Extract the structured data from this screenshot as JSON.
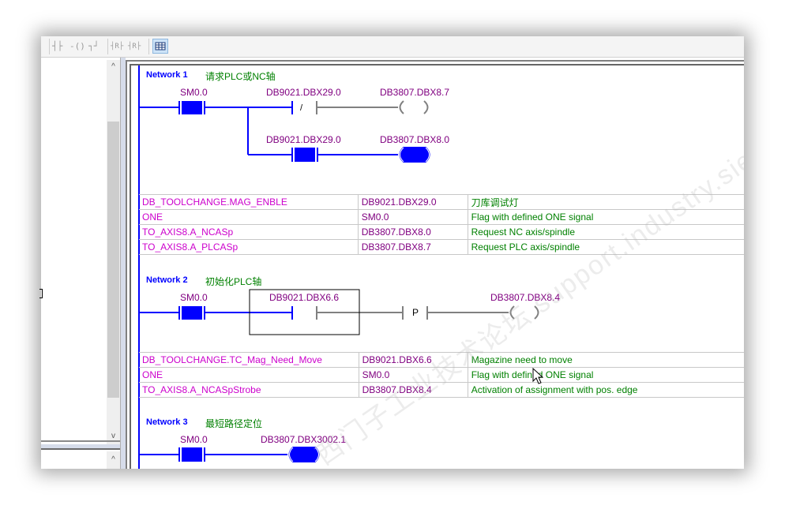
{
  "toolbar": {
    "icons": [
      "normally-open-contact-icon",
      "coil-icon",
      "box-icon",
      "insert-network-icon",
      "delete-network-icon",
      "symbol-table-toggle-icon"
    ],
    "glyphs": {
      "contact": "┤├",
      "coil": "-()",
      "box": "┐┘",
      "net_insert": "┤R├",
      "net_delete": "┤R├"
    }
  },
  "colors": {
    "rung": "#0000ff",
    "address": "#800080",
    "symbol": "#cc00cc",
    "comment": "#008000",
    "network_label": "#0000ff",
    "inactive": "#808080"
  },
  "networks": [
    {
      "label": "Network 1",
      "comment": "请求PLC或NC轴",
      "elements": {
        "contact1": "SM0.0",
        "contact2_nc": "DB9021.DBX29.0",
        "contact2_nc_symbol": "/",
        "coil1": "DB3807.DBX8.7",
        "contact3": "DB9021.DBX29.0",
        "coil2": "DB3807.DBX8.0"
      },
      "symbols": [
        {
          "symbol": "DB_TOOLCHANGE.MAG_ENBLE",
          "address": "DB9021.DBX29.0",
          "comment": "刀库调试灯"
        },
        {
          "symbol": "ONE",
          "address": "SM0.0",
          "comment": "Flag with defined ONE signal"
        },
        {
          "symbol": "TO_AXIS8.A_NCASp",
          "address": "DB3807.DBX8.0",
          "comment": "Request  NC axis/spindle"
        },
        {
          "symbol": "TO_AXIS8.A_PLCASp",
          "address": "DB3807.DBX8.7",
          "comment": "Request PLC axis/spindle"
        }
      ]
    },
    {
      "label": "Network 2",
      "comment": "初始化PLC轴",
      "elements": {
        "contact1": "SM0.0",
        "contact2": "DB9021.DBX6.6",
        "edge": "P",
        "coil1": "DB3807.DBX8.4"
      },
      "symbols": [
        {
          "symbol": "DB_TOOLCHANGE.TC_Mag_Need_Move",
          "address": "DB9021.DBX6.6",
          "comment": "Magazine need to move"
        },
        {
          "symbol": "ONE",
          "address": "SM0.0",
          "comment": "Flag with defined ONE signal"
        },
        {
          "symbol": "TO_AXIS8.A_NCASpStrobe",
          "address": "DB3807.DBX8.4",
          "comment": "Activation of assignment with pos. edge"
        }
      ]
    },
    {
      "label": "Network 3",
      "comment": "最短路径定位",
      "elements": {
        "contact1": "SM0.0",
        "coil1": "DB3807.DBX3002.1"
      }
    }
  ],
  "scroll": {
    "up_arrow": "^",
    "down_arrow": "v"
  },
  "watermark": "西门子工业技术论坛 support.industry.siemens.com"
}
